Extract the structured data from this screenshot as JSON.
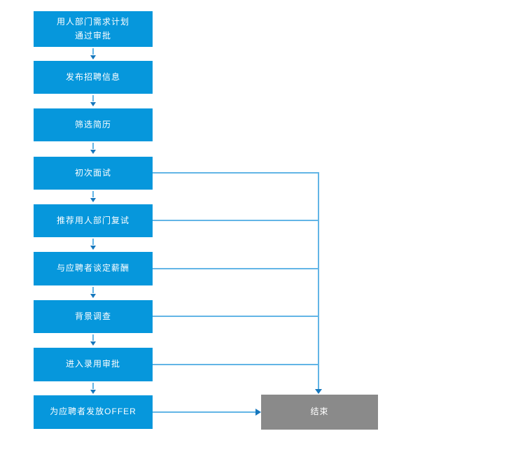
{
  "flow": {
    "title": "recruitment-process-flowchart",
    "direction": "top-down",
    "colors": {
      "node_fill": "#0697dc",
      "node_text": "#ffffff",
      "end_fill": "#8a8a8a",
      "connector_line": "#62b5e6",
      "arrowhead": "#1577bd"
    },
    "nodes": [
      {
        "label": "用人部门需求计划\n通过审批"
      },
      {
        "label": "发布招聘信息"
      },
      {
        "label": "筛选简历"
      },
      {
        "label": "初次面试"
      },
      {
        "label": "推荐用人部门复试"
      },
      {
        "label": "与应聘者谈定薪酬"
      },
      {
        "label": "背景调查"
      },
      {
        "label": "进入录用审批"
      },
      {
        "label": "为应聘者发放OFFER"
      }
    ],
    "end_node": {
      "label": "结束"
    }
  }
}
